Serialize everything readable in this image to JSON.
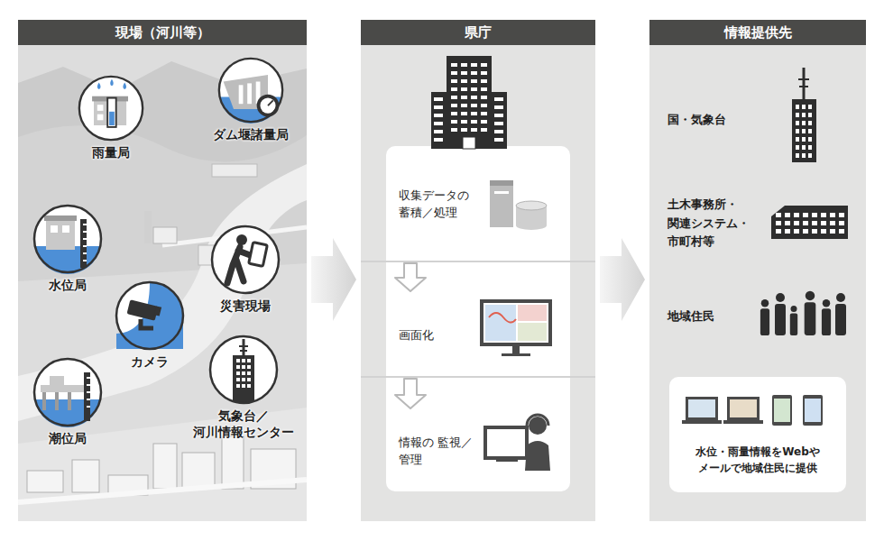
{
  "diagram": {
    "nodes": [
      {
        "text": [
          "現場（河川等）"
        ]
      },
      {
        "text": [
          "雨量局"
        ],
        "in": 0
      },
      {
        "text": [
          "ダム堰諸量局"
        ],
        "in": 0
      },
      {
        "text": [
          "水位局"
        ],
        "in": 0
      },
      {
        "text": [
          "災害現場"
        ],
        "in": 0
      },
      {
        "text": [
          "カメラ"
        ],
        "in": 0
      },
      {
        "text": [
          "潮位局"
        ],
        "in": 0
      },
      {
        "text": [
          "気象台／ 河川情報センター"
        ],
        "in": 0
      },
      {
        "text": [
          "県庁"
        ]
      },
      {
        "text": [
          "収集データの 蓄積／処理"
        ],
        "in": 8
      },
      {
        "text": [
          "画面化"
        ],
        "in": 8
      },
      {
        "text": [
          "情報の 監視／管理"
        ],
        "in": 8
      },
      {
        "text": [
          "情報提供先"
        ]
      },
      {
        "text": [
          "国・気象台"
        ],
        "in": 12
      },
      {
        "text": [
          "土木事務所・ 関連システム・ 市町村等"
        ],
        "in": 12
      },
      {
        "text": [
          "地域住民"
        ],
        "in": 12
      },
      {
        "text": [
          "水位・雨量情報をWebや メールで地域住民に提供"
        ],
        "in": 12
      }
    ],
    "edges": [
      {
        "from": 0,
        "to": 8,
        "arrow": "to"
      },
      {
        "from": 8,
        "to": 12,
        "arrow": "to"
      },
      {
        "from": 9,
        "to": 10,
        "arrow": "to"
      },
      {
        "from": 10,
        "to": 11,
        "arrow": "to"
      }
    ]
  }
}
